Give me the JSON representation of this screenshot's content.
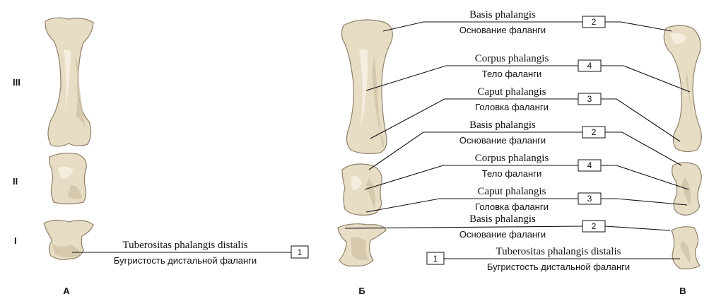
{
  "row_labels": [
    "III",
    "II",
    "I"
  ],
  "panel_labels": [
    "А",
    "Б",
    "В"
  ],
  "labels": {
    "basis": {
      "latin": "Basis phalangis",
      "russian": "Основание фаланги"
    },
    "corpus": {
      "latin": "Corpus phalangis",
      "russian": "Тело фаланги"
    },
    "caput": {
      "latin": "Caput phalangis",
      "russian": "Головка фаланги"
    },
    "tuberositas": {
      "latin": "Tuberositas phalangis distalis",
      "russian": "Бугристость дистальной фаланги"
    }
  },
  "numbers": {
    "one": "1",
    "two": "2",
    "three": "3",
    "four": "4"
  }
}
